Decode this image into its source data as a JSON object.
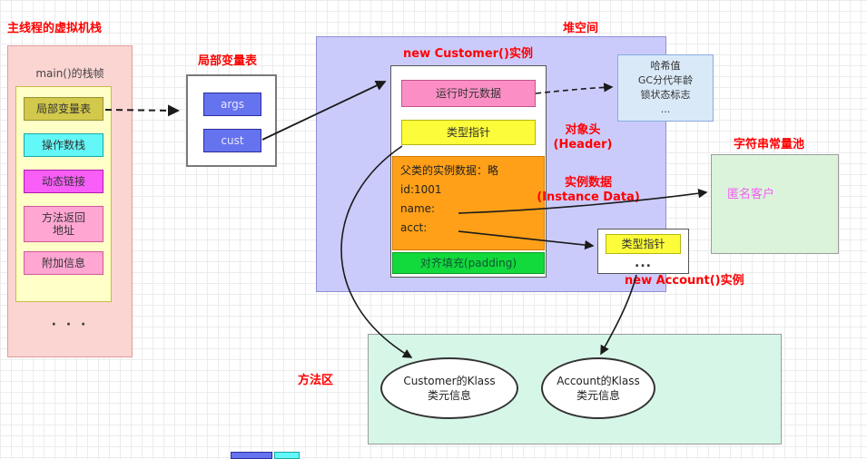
{
  "palette": {
    "red_label": "#ff0000",
    "vm_stack_bg": "#fbd5d2",
    "stack_frame_bg": "#ffffc8",
    "local_vars_bg": "#d2c84b",
    "operand_stack_bg": "#63f7f7",
    "dynamic_link_bg": "#f95ef9",
    "return_addr_bg": "#ffa6d2",
    "var_slot_bg": "#6673ee",
    "heap_bg": "#cbcbfb",
    "runtime_meta_bg": "#fb8fc5",
    "type_pointer_bg": "#fcfc3a",
    "instance_data_bg": "#ffa018",
    "padding_bg": "#12da3c",
    "hash_box_bg": "#d9e9f8",
    "string_pool_bg": "#daf3da",
    "method_area_bg": "#d6f6e8",
    "anon_customer_text": "#f45ef4"
  },
  "vm_stack": {
    "title": "主线程的虚拟机栈",
    "frame_title": "main()的栈帧",
    "items": [
      {
        "label": "局部变量表"
      },
      {
        "label": "操作数栈"
      },
      {
        "label": "动态链接"
      },
      {
        "label": "方法返回\n地址"
      },
      {
        "label": "附加信息"
      }
    ],
    "ellipsis": "· · ·"
  },
  "local_var_table": {
    "title": "局部变量表",
    "slots": [
      {
        "name": "args"
      },
      {
        "name": "cust"
      }
    ]
  },
  "heap": {
    "title": "堆空间",
    "customer": {
      "title": "new Customer()实例",
      "runtime_meta": "运行时元数据",
      "type_pointer": "类型指针",
      "parent_line": "父类的实例数据：略",
      "fields": [
        "id:1001",
        "name:",
        "acct:"
      ],
      "padding": "对齐填充(padding)"
    },
    "header_label": "对象头\n(Header)",
    "instance_data_label": "实例数据\n(Instance Data)",
    "hash_box": "哈希值\nGC分代年龄\n锁状态标志\n...",
    "string_pool": {
      "title": "字符串常量池",
      "value": "匿名客户"
    },
    "account": {
      "title": "new Account()实例",
      "type_pointer": "类型指针",
      "ellipsis": "..."
    }
  },
  "method_area": {
    "title": "方法区",
    "classes": [
      {
        "label": "Customer的Klass\n类元信息"
      },
      {
        "label": "Account的Klass\n类元信息"
      }
    ]
  }
}
